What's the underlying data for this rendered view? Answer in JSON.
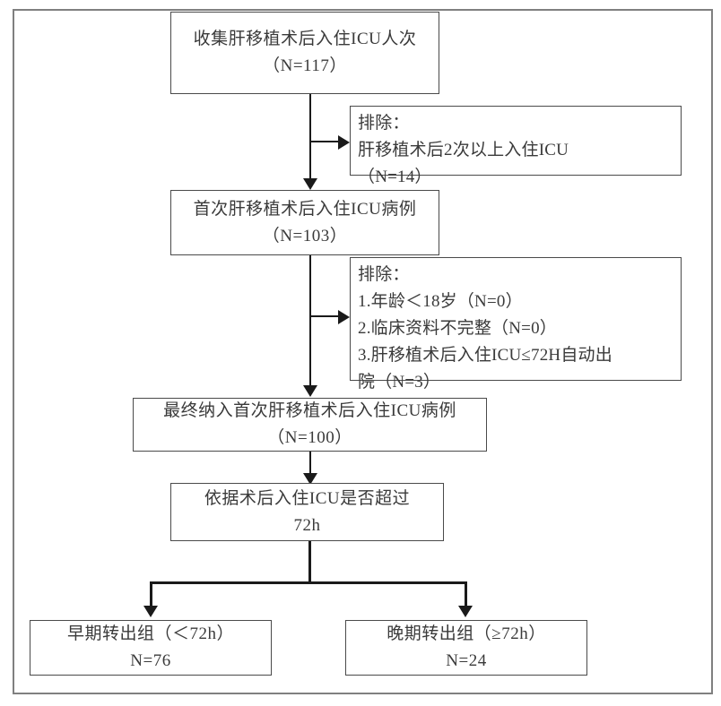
{
  "diagram": {
    "title": "Liver transplant ICU admission patient selection flowchart",
    "frame_color": "#808080",
    "box_border_color": "#4a4a4a",
    "connector_color": "#1a1a1a",
    "text_color": "#3a3a3a"
  },
  "nodes": {
    "collected": {
      "name": "collected-icu-admissions-box",
      "lines": [
        "收集肝移植术后入住ICU人次",
        "（N=117）"
      ],
      "count": "117"
    },
    "exclusion_1": {
      "name": "exclusion-box-1",
      "lines": [
        "排除：",
        "肝移植术后2次以上入住ICU",
        "（N=14）"
      ],
      "count": "14"
    },
    "first_admission": {
      "name": "first-admission-cases-box",
      "lines": [
        "首次肝移植术后入住ICU病例",
        "（N=103）"
      ],
      "count": "103"
    },
    "exclusion_2": {
      "name": "exclusion-box-2",
      "lines": [
        "排除：",
        "1.年龄＜18岁（N=0）",
        "2.临床资料不完整（N=0）",
        "3.肝移植术后入住ICU≤72H自动出",
        "院（N=3）"
      ]
    },
    "final_included": {
      "name": "final-included-cases-box",
      "lines": [
        "最终纳入首次肝移植术后入住ICU病例",
        "（N=100）"
      ],
      "count": "100"
    },
    "decision": {
      "name": "decision-icu-stay-box",
      "lines": [
        "依据术后入住ICU是否超过",
        "72h"
      ]
    },
    "early_group": {
      "name": "early-transfer-group-box",
      "lines": [
        "早期转出组（＜72h）",
        "N=76"
      ],
      "count": "76"
    },
    "late_group": {
      "name": "late-transfer-group-box",
      "lines": [
        "晚期转出组（≥72h）",
        "N=24"
      ],
      "count": "24"
    }
  },
  "connectors": {
    "trunk_1": "collected-to-first-admission",
    "branch_1": "collected-to-exclusion-1",
    "trunk_2": "first-admission-to-final-included",
    "branch_2": "first-admission-to-exclusion-2",
    "trunk_3": "final-included-to-decision",
    "trunk_4": "decision-to-split",
    "split_left": "split-to-early-group",
    "split_right": "split-to-late-group"
  }
}
